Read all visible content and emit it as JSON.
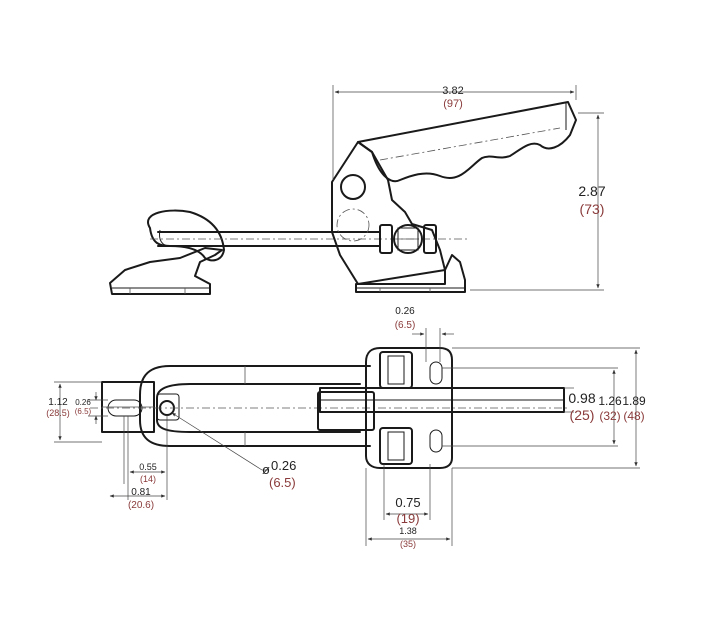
{
  "colors": {
    "line": "#1a1a1a",
    "metric": "#8a3a3a",
    "imperial": "#222222"
  },
  "side_view": {
    "overall_length": {
      "inch": "3.82",
      "mm": "(97)"
    },
    "overall_height": {
      "inch": "2.87",
      "mm": "(73)"
    }
  },
  "top_view": {
    "slot_spacing": {
      "inch": "0.26",
      "mm": "(6.5)"
    },
    "outer_width": {
      "inch": "1.12",
      "mm": "(28.5)"
    },
    "slot_width": {
      "inch": "0.26",
      "mm": "(6.5)"
    },
    "hole_diameter": {
      "symbol": "ø",
      "inch": "0.26",
      "mm": "(6.5)"
    },
    "hole_offset": {
      "inch": "0.55",
      "mm": "(14)"
    },
    "slot_offset": {
      "inch": "0.81",
      "mm": "(20.6)"
    },
    "rod_width": {
      "inch": "0.98",
      "mm": "(25)"
    },
    "base_hole_spacing": {
      "inch": "1.26",
      "mm": "(32)"
    },
    "base_width": {
      "inch": "1.89",
      "mm": "(48)"
    },
    "base_hole_span": {
      "inch": "0.75",
      "mm": "(19)"
    },
    "base_length": {
      "inch": "1.38",
      "mm": "(35)"
    }
  }
}
